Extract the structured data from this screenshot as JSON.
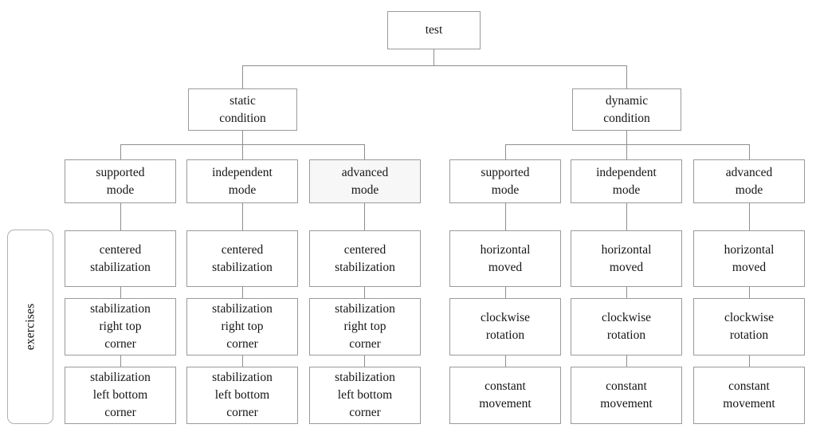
{
  "diagram": {
    "title": "test",
    "root": {
      "label": "test"
    },
    "level2": [
      {
        "id": "static",
        "label": "static\ncondition"
      },
      {
        "id": "dynamic",
        "label": "dynamic\ncondition"
      }
    ],
    "level3": [
      {
        "id": "static-supported",
        "label": "supported\nmode",
        "group": "static",
        "shaded": false
      },
      {
        "id": "static-independent",
        "label": "independent\nmode",
        "group": "static",
        "shaded": false
      },
      {
        "id": "static-advanced",
        "label": "advanced\nmode",
        "group": "static",
        "shaded": true
      },
      {
        "id": "dynamic-supported",
        "label": "supported\nmode",
        "group": "dynamic",
        "shaded": false
      },
      {
        "id": "dynamic-independent",
        "label": "independent\nmode",
        "group": "dynamic",
        "shaded": false
      },
      {
        "id": "dynamic-advanced",
        "label": "advanced\nmode",
        "group": "dynamic",
        "shaded": false
      }
    ],
    "side_label": {
      "label": "exercises"
    },
    "exercise_rows": [
      {
        "row": 1,
        "cells": [
          "centered\nstabilization",
          "centered\nstabilization",
          "centered\nstabilization",
          "horizontal\nmoved",
          "horizontal\nmoved",
          "horizontal\nmoved"
        ]
      },
      {
        "row": 2,
        "cells": [
          "stabilization\nright top\ncorner",
          "stabilization\nright top\ncorner",
          "stabilization\nright top\ncorner",
          "clockwise\nrotation",
          "clockwise\nrotation",
          "clockwise\nrotation"
        ]
      },
      {
        "row": 3,
        "cells": [
          "stabilization\nleft bottom\ncorner",
          "stabilization\nleft bottom\ncorner",
          "stabilization\nleft bottom\ncorner",
          "constant\nmovement",
          "constant\nmovement",
          "constant\nmovement"
        ]
      }
    ],
    "colors": {
      "line": "#8e8e8e",
      "box_border": "#9a9a9a",
      "box_fill": "#ffffff",
      "box_fill_shaded": "#f7f7f7",
      "text": "#151515"
    }
  }
}
